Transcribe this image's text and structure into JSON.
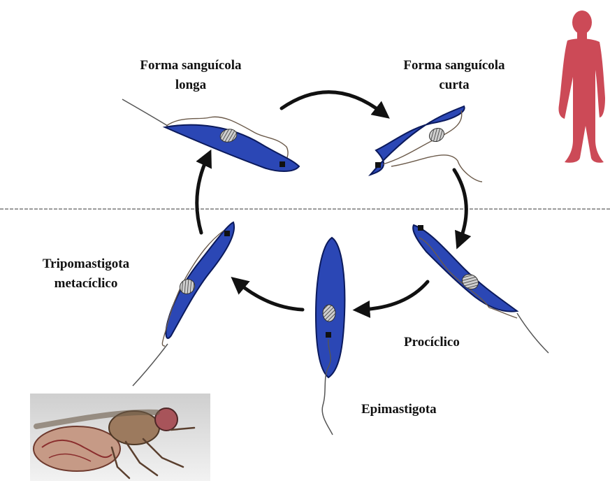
{
  "diagram": {
    "stages": {
      "longa": {
        "line1": "Forma sanguícola",
        "line2": "longa"
      },
      "curta": {
        "line1": "Forma sanguícola",
        "line2": "curta"
      },
      "tripomastigota": {
        "line1": "Tripomastigota",
        "line2": "metacíclico"
      },
      "prociclico": {
        "line1": "Procíclico"
      },
      "epimastigota": {
        "line1": "Epimastigota"
      }
    },
    "icons": {
      "host": "human-silhouette-icon",
      "vector": "tsetse-fly-icon"
    },
    "colors": {
      "parasite_fill": "#2b47b5",
      "parasite_stroke": "#0b1a5c",
      "human": "#cc4a57",
      "arrow": "#111111",
      "divider": "#9a9a9a"
    }
  }
}
